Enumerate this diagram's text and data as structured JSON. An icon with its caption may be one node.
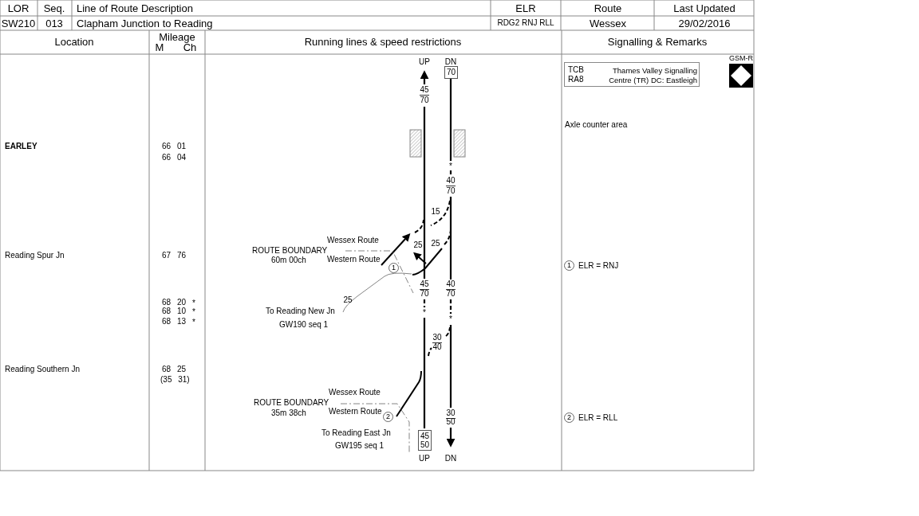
{
  "diagram": {
    "nodes": [
      {
        "text": [
          "70"
        ]
      },
      {
        "text": [
          "45",
          "50"
        ]
      },
      {
        "text": [
          "TCB",
          "RA8",
          "Thames Valley Signalling Centre (TR) DC: Eastleigh"
        ]
      },
      {
        "text": [
          "GSM-R"
        ]
      },
      {
        "text": [
          "1"
        ]
      },
      {
        "text": [
          "2"
        ]
      },
      {
        "text": [
          "1"
        ],
        "beside": [
          "ELR = RNJ"
        ]
      },
      {
        "text": [
          "2"
        ],
        "beside": [
          "ELR = RLL"
        ]
      }
    ],
    "labels": [
      "LOR",
      "Seq.",
      "Line of Route Description",
      "ELR",
      "Route",
      "Last Updated",
      "SW210",
      "013",
      "Clapham Junction to Reading",
      "RDG2 RNJ RLL",
      "Wessex",
      "29/02/2016",
      "Location",
      "Mileage",
      "M",
      "Ch",
      "Running lines & speed restrictions",
      "Signalling & Remarks",
      "UP",
      "DN",
      "45",
      "70",
      "Axle counter area",
      "EARLEY",
      "66 01",
      "66 04",
      "*",
      "40",
      "70",
      "15",
      "Wessex Route",
      "25",
      "ROUTE BOUNDARY",
      "25",
      "Reading Spur Jn",
      "67 76",
      "60m 00ch",
      "Western Route",
      "45",
      "70",
      "40",
      "70",
      "68 20",
      "*",
      "25",
      "68 10",
      "*",
      "To Reading New Jn",
      "*",
      "*",
      "68 13",
      "*",
      "GW190 seq 1",
      "30",
      "40",
      "Reading Southern Jn",
      "68 25",
      "(35 31)",
      "Wessex Route",
      "ROUTE BOUNDARY",
      "35m 38ch",
      "Western Route",
      "30",
      "50",
      "To Reading East Jn",
      "GW195 seq 1",
      "UP",
      "DN"
    ]
  }
}
